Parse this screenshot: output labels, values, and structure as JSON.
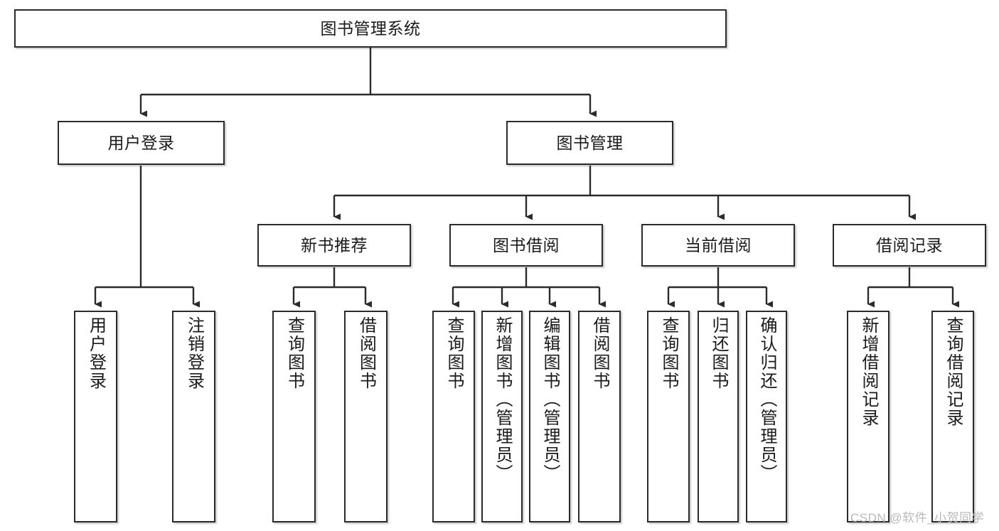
{
  "diagram": {
    "title": "图书管理系统",
    "watermark": "CSDN @软件_小贺同学",
    "colors": {
      "box_border": "#2b2b2b",
      "box_fill": "#ffffff",
      "edge": "#2b2b2b",
      "text": "#1a1a1a",
      "watermark": "#b9b9b9",
      "background": "#ffffff"
    },
    "root": {
      "label": "图书管理系统"
    },
    "level1": [
      {
        "label": "用户登录"
      },
      {
        "label": "图书管理"
      }
    ],
    "level2": [
      {
        "label": "新书推荐"
      },
      {
        "label": "图书借阅"
      },
      {
        "label": "当前借阅"
      },
      {
        "label": "借阅记录"
      }
    ],
    "leaves": {
      "user_login": [
        {
          "label": "用户登录"
        },
        {
          "label": "注销登录"
        }
      ],
      "new_book_recommend": [
        {
          "label": "查询图书"
        },
        {
          "label": "借阅图书"
        }
      ],
      "book_borrow": [
        {
          "label": "查询图书"
        },
        {
          "label": "新增图书（管理员）"
        },
        {
          "label": "编辑图书（管理员）"
        },
        {
          "label": "借阅图书"
        }
      ],
      "current_borrow": [
        {
          "label": "查询图书"
        },
        {
          "label": "归还图书"
        },
        {
          "label": "确认归还（管理员）"
        }
      ],
      "borrow_record": [
        {
          "label": "新增借阅记录"
        },
        {
          "label": "查询借阅记录"
        }
      ]
    }
  }
}
